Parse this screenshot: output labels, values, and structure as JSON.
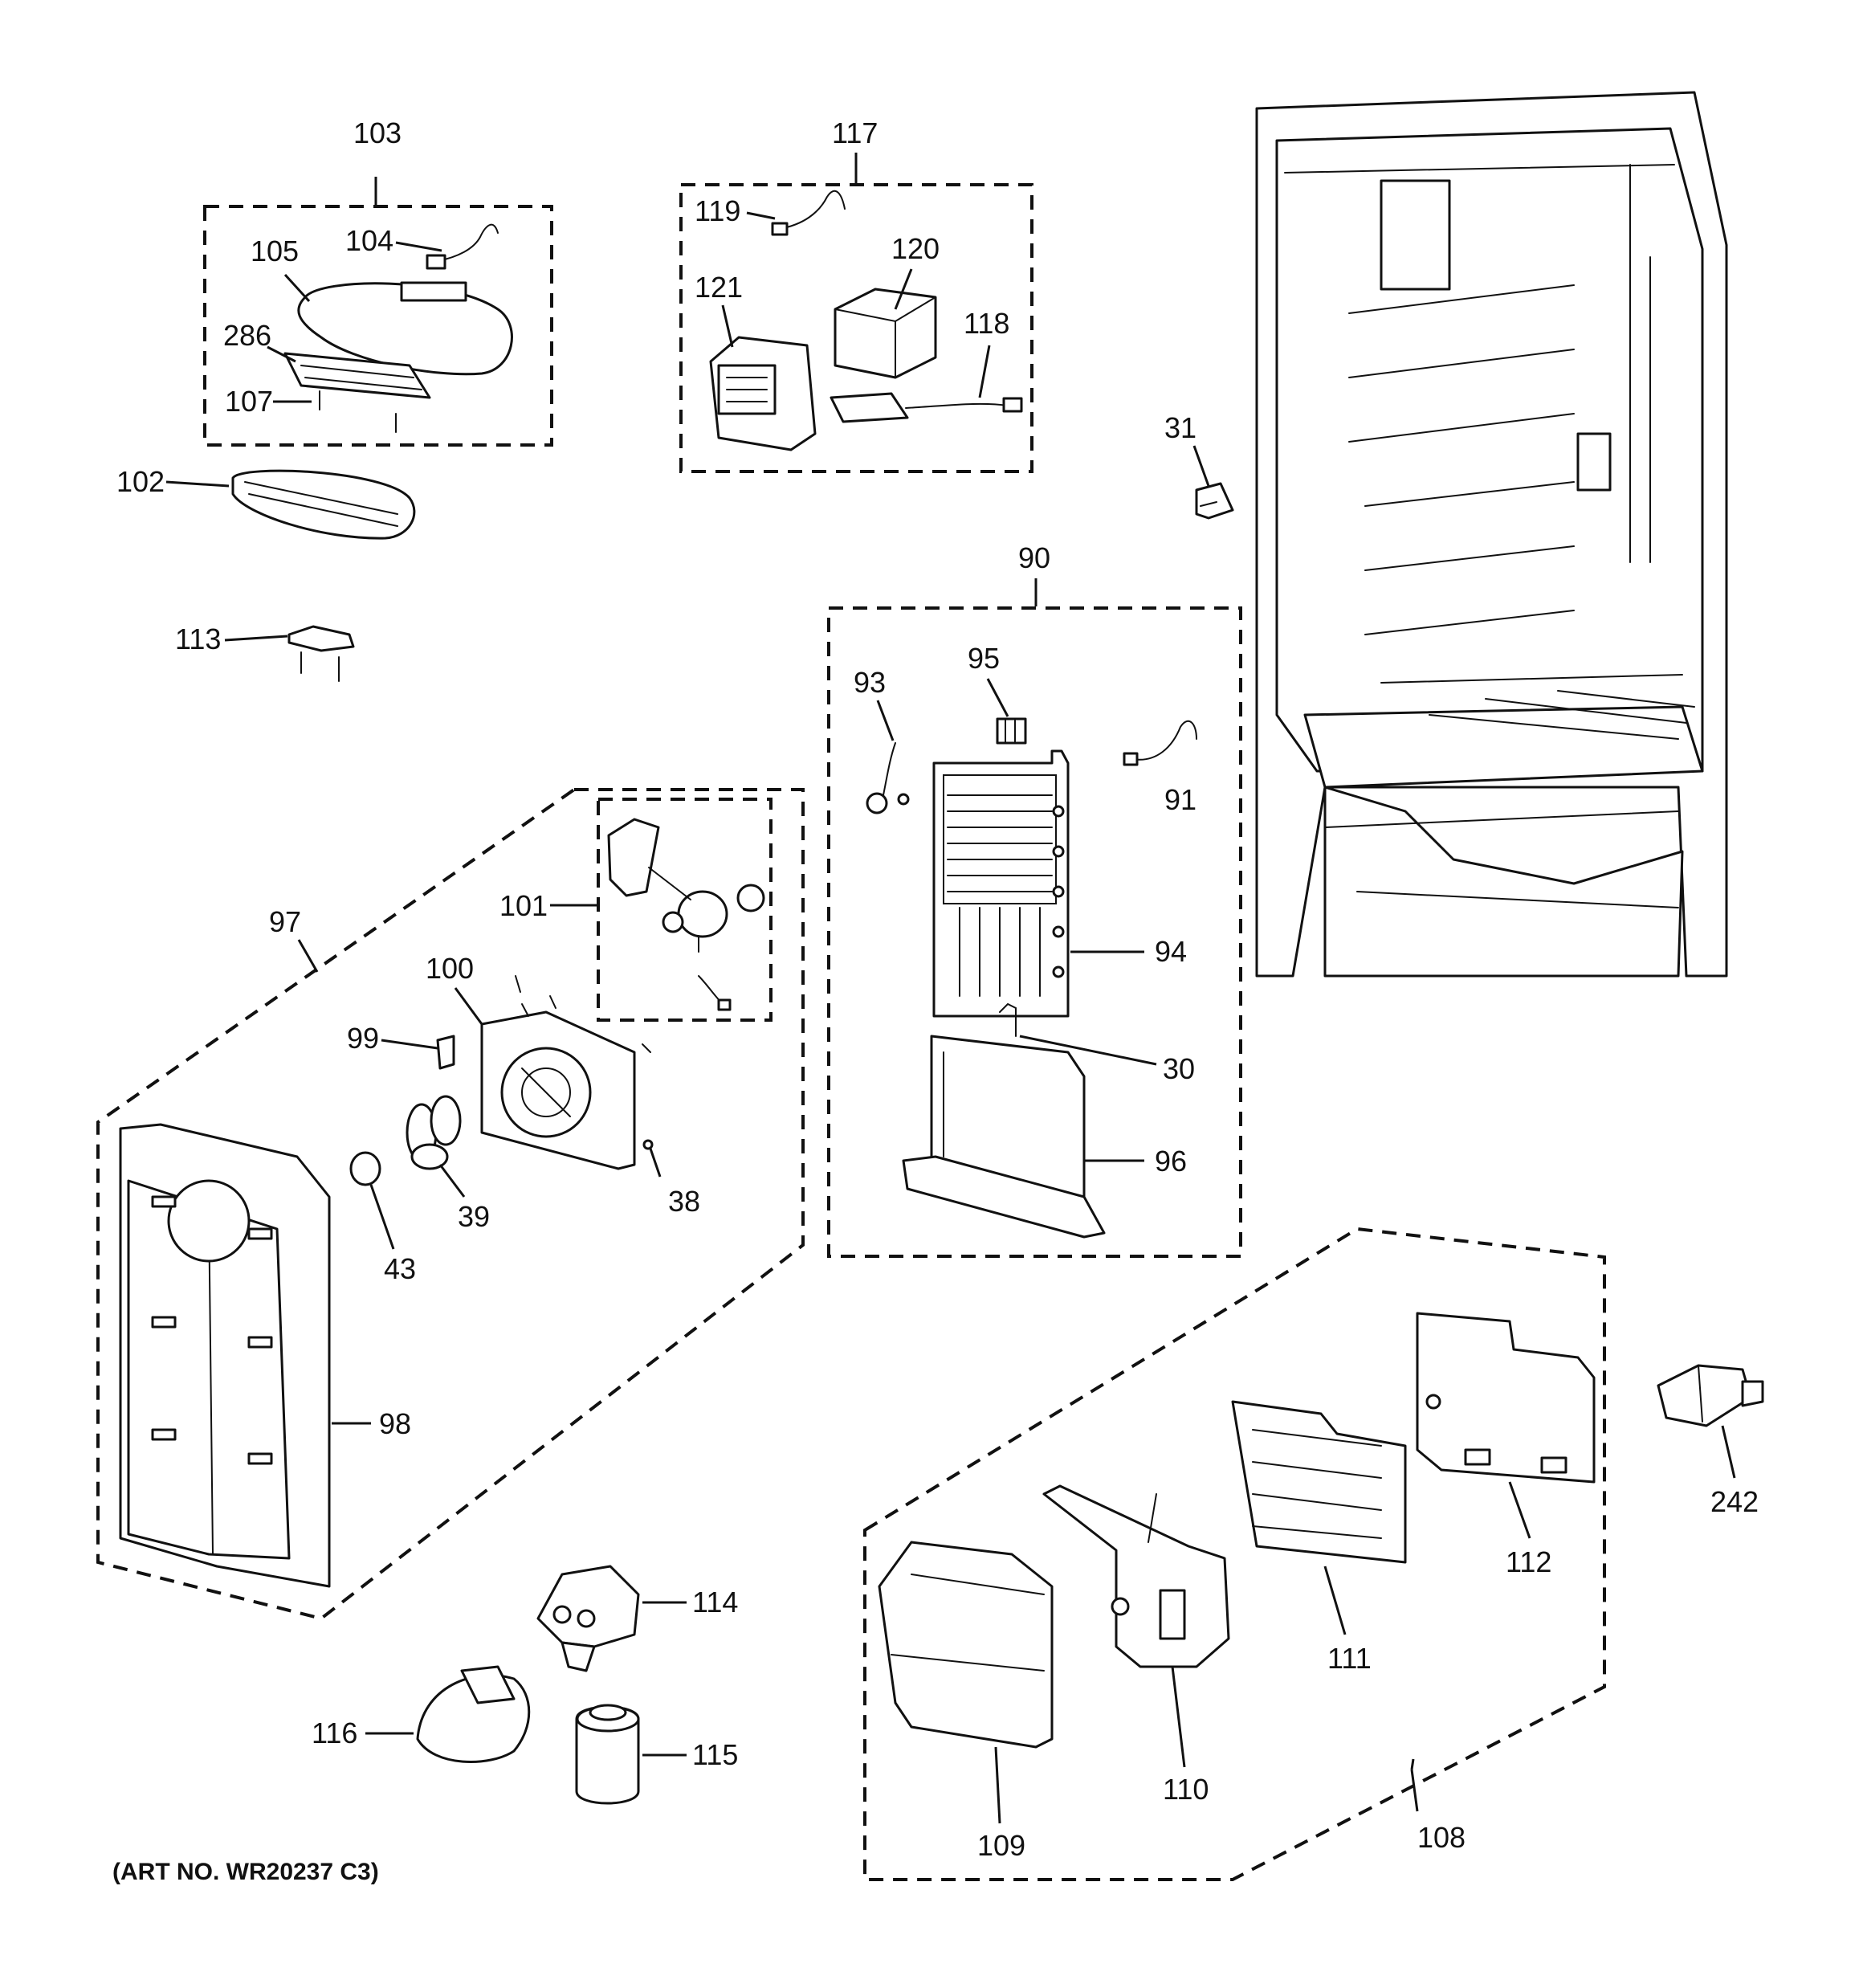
{
  "art_number": "(ART NO. WR20237 C3)",
  "callouts": {
    "c103": "103",
    "c104": "104",
    "c105": "105",
    "c286": "286",
    "c107": "107",
    "c102": "102",
    "c113": "113",
    "c117": "117",
    "c119": "119",
    "c120": "120",
    "c121": "121",
    "c118": "118",
    "c31": "31",
    "c90": "90",
    "c93": "93",
    "c95": "95",
    "c91": "91",
    "c94": "94",
    "c30": "30",
    "c96": "96",
    "c97": "97",
    "c101": "101",
    "c100": "100",
    "c99": "99",
    "c38": "38",
    "c39": "39",
    "c43": "43",
    "c98": "98",
    "c114": "114",
    "c116": "116",
    "c115": "115",
    "c108": "108",
    "c109": "109",
    "c110": "110",
    "c111": "111",
    "c112": "112",
    "c242": "242"
  }
}
